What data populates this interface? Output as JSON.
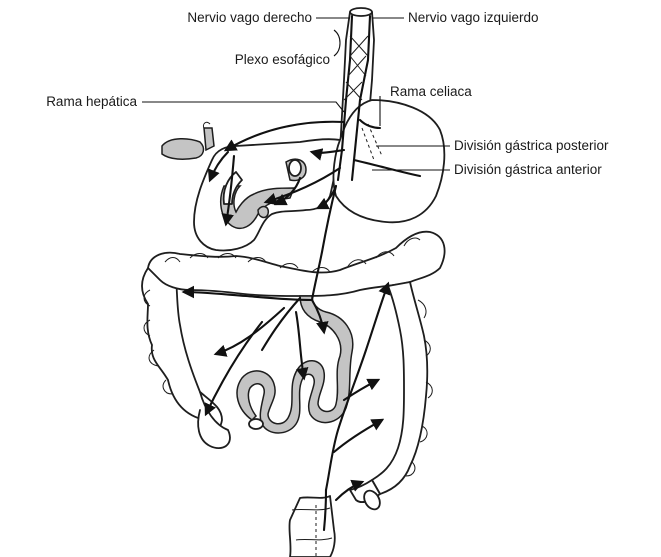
{
  "labels": {
    "right_vagus": "Nervio vago derecho",
    "left_vagus": "Nervio vago izquierdo",
    "esophageal_plexus": "Plexo esofágico",
    "hepatic_branch": "Rama hepática",
    "celiac_branch": "Rama celiaca",
    "posterior_gastric": "División gástrica posterior",
    "anterior_gastric": "División gástrica anterior"
  },
  "colors": {
    "line": "#111111",
    "organ_fill": "#ffffff",
    "shaded": "#c4c4c4",
    "background": "#ffffff"
  }
}
